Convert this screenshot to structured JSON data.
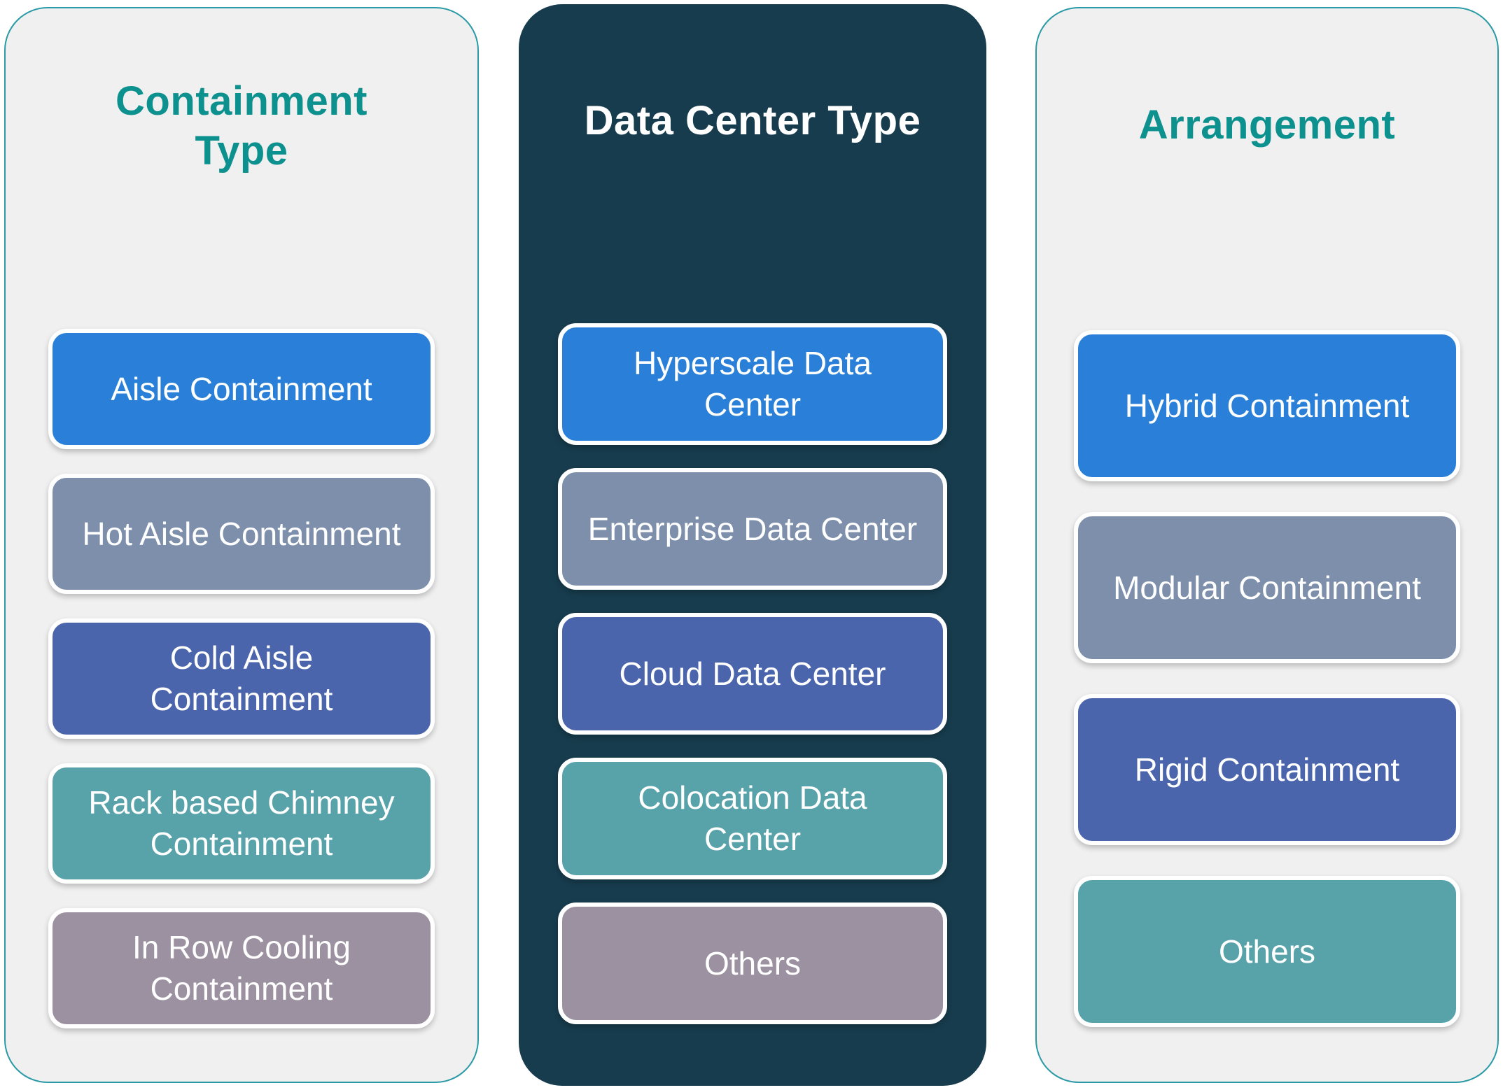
{
  "palette": {
    "accent_teal_border": "#2a9aa6",
    "header_teal": "#0d918f",
    "dark_panel_bg": "#173c4d",
    "light_panel_bg": "#f0f0f0",
    "box_text": "#ffffff",
    "box_blue": "#2a80d8",
    "box_slate": "#7d8fab",
    "box_indigo": "#4b65ad",
    "box_teal": "#58a2aa",
    "box_mauve": "#9c91a1"
  },
  "columns": [
    {
      "id": "containment-type",
      "title": "Containment\nType",
      "title_color": "#0d918f",
      "panel_bg": "#f0f0f0",
      "panel_border": "#2a9aa6",
      "items": [
        {
          "label": "Aisle Containment",
          "color": "#2a80d8"
        },
        {
          "label": "Hot Aisle Containment",
          "color": "#7d8fab"
        },
        {
          "label": "Cold Aisle\nContainment",
          "color": "#4b65ad"
        },
        {
          "label": "Rack based Chimney\nContainment",
          "color": "#58a2aa"
        },
        {
          "label": "In Row Cooling\nContainment",
          "color": "#9c91a1"
        }
      ]
    },
    {
      "id": "data-center-type",
      "title": "Data Center Type",
      "title_color": "#ffffff",
      "panel_bg": "#173c4d",
      "panel_border": null,
      "items": [
        {
          "label": "Hyperscale Data\nCenter",
          "color": "#2a80d8"
        },
        {
          "label": "Enterprise Data Center",
          "color": "#7d8fab"
        },
        {
          "label": "Cloud Data Center",
          "color": "#4b65ad"
        },
        {
          "label": "Colocation Data\nCenter",
          "color": "#58a2aa"
        },
        {
          "label": "Others",
          "color": "#9c91a1"
        }
      ]
    },
    {
      "id": "arrangement",
      "title": "Arrangement",
      "title_color": "#0d918f",
      "panel_bg": "#f0f0f0",
      "panel_border": "#2a9aa6",
      "items": [
        {
          "label": "Hybrid Containment",
          "color": "#2a80d8"
        },
        {
          "label": "Modular Containment",
          "color": "#7d8fab"
        },
        {
          "label": "Rigid Containment",
          "color": "#4b65ad"
        },
        {
          "label": "Others",
          "color": "#58a2aa"
        }
      ]
    }
  ]
}
